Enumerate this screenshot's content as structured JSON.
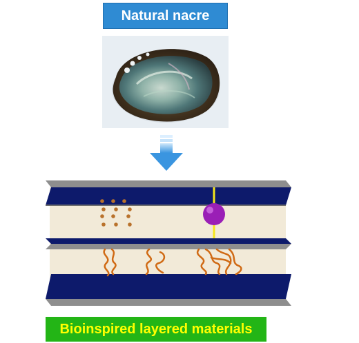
{
  "header": {
    "title": "Natural nacre"
  },
  "photo": {
    "subject": "abalone shell (nacre)"
  },
  "diagram": {
    "layers": [
      "plate-top",
      "plate-middle",
      "plate-bottom"
    ],
    "colors": {
      "plate_face": "#0d1a6b",
      "plate_edge": "#8e8e8e",
      "interlayer": "#f2ead8",
      "particle": "#b9722c",
      "polymer": "#d06a14",
      "sphere": "#9a1fb6",
      "rod": "#f5e51a"
    }
  },
  "footer": {
    "caption": "Bioinspired layered materials"
  }
}
